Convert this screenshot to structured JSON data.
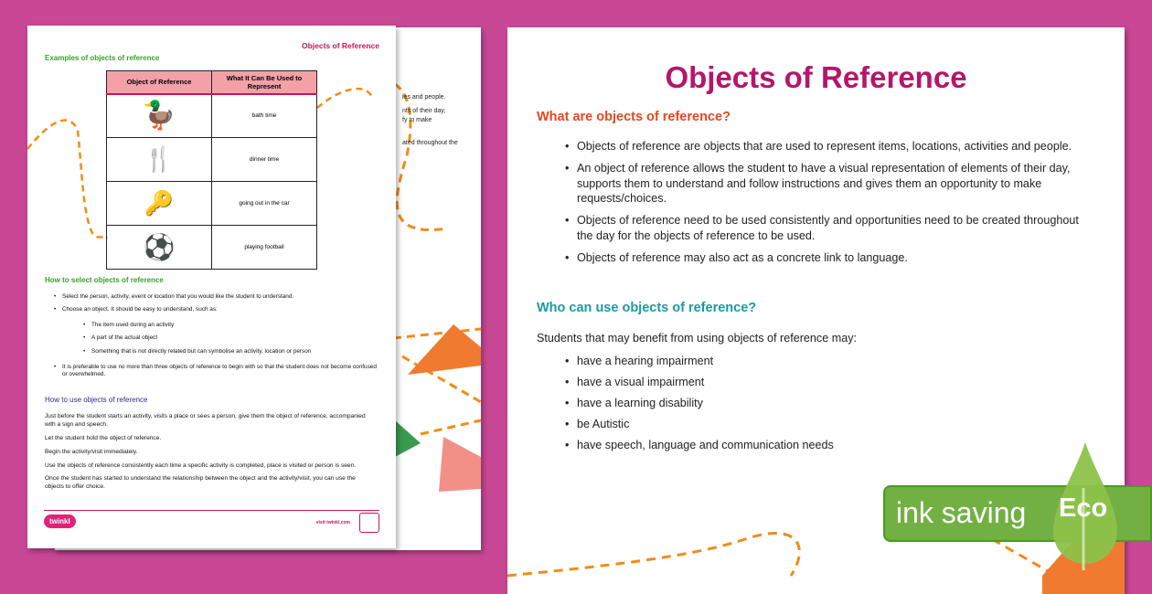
{
  "back_page": {
    "fragments": [
      "ies and people.",
      "nts of their day,",
      "fy to make",
      "ated throughout the"
    ]
  },
  "front_page": {
    "header": "Objects of Reference",
    "examples_heading": "Examples of objects of reference",
    "table": {
      "headers": [
        "Object of Reference",
        "What It Can Be Used to Represent"
      ],
      "rows": [
        {
          "icon": "rubber-duck",
          "use": "bath time"
        },
        {
          "icon": "fork",
          "use": "dinner time"
        },
        {
          "icon": "car-keys",
          "use": "going out in the car"
        },
        {
          "icon": "football",
          "use": "playing football"
        }
      ]
    },
    "select_heading": "How to select objects of reference",
    "select_items": [
      "Select the person, activity, event or location that you would like the student to understand.",
      "Choose an object. It should be easy to understand, such as:"
    ],
    "select_subitems": [
      "The item used during an activity",
      "A part of the actual object",
      "Something that is not directly related but can symbolise an activity, location or person"
    ],
    "select_last": "It is preferable to use no more than three objects of reference to begin with so that the student does not become confused or overwhelmed.",
    "use_heading": "How to use objects of reference",
    "use_paragraphs": [
      "Just before the student starts an activity, visits a place or sees a person, give them the object of reference, accompanied with a sign and speech.",
      "Let the student hold the object of reference.",
      "Begin the activity/visit immediately.",
      "Use the objects of reference consistently each time a specific activity is completed, place is visited or person is seen.",
      "Once the student has started to understand the relationship between the object and the activity/visit, you can use the objects to offer choice."
    ],
    "footer": {
      "logo": "twinkl",
      "visit": "visit twinkl.com"
    }
  },
  "right_page": {
    "title": "Objects of Reference",
    "what_heading": "What are objects of reference?",
    "what_items": [
      "Objects of reference are objects that are used to represent items, locations, activities and people.",
      "An object of reference allows the student to have a visual representation of elements of their day, supports them to understand and follow instructions and gives them an opportunity to make requests/choices.",
      "Objects of reference need to be used consistently and opportunities need to be created throughout the day for the objects of reference to be used.",
      "Objects of reference may also act as a concrete link to language."
    ],
    "who_heading": "Who can use objects of reference?",
    "who_intro": "Students that may benefit from using objects of reference may:",
    "who_items": [
      "have a hearing impairment",
      "have a visual impairment",
      "have a learning disability",
      "be Autistic",
      "have speech, language and communication needs"
    ]
  },
  "eco_badge": {
    "text": "ink saving",
    "label": "Eco"
  },
  "colors": {
    "background": "#c94896",
    "title": "#b5166b",
    "orange_heading": "#e5481c",
    "teal_heading": "#1a9aa0",
    "eco_green": "#72b043"
  }
}
